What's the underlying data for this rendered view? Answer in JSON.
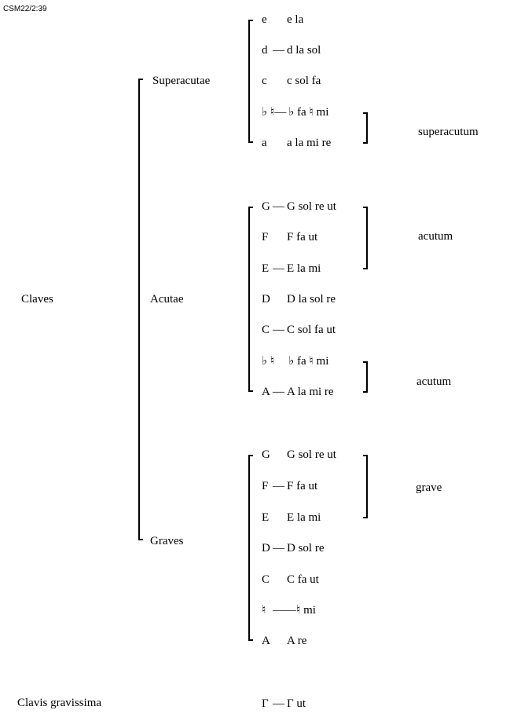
{
  "header": "CSM22/2:39",
  "root": "Claves",
  "groups": [
    {
      "label": "Superacutae",
      "rows": [
        {
          "key": "e",
          "sep": "",
          "name": "e la"
        },
        {
          "key": "d",
          "sep": "—",
          "name": "d la sol"
        },
        {
          "key": "c",
          "sep": "",
          "name": "c sol fa"
        },
        {
          "key": "♭ ♮",
          "sep": "—",
          "name": "♭ fa ♮ mi"
        },
        {
          "key": "a",
          "sep": "",
          "name": "a la mi re"
        }
      ]
    },
    {
      "label": "Acutae",
      "rows": [
        {
          "key": "G",
          "sep": "—",
          "name": "G sol re ut"
        },
        {
          "key": "F",
          "sep": "",
          "name": "F fa ut"
        },
        {
          "key": "E",
          "sep": "—",
          "name": "E la mi"
        },
        {
          "key": "D",
          "sep": "",
          "name": "D la sol re"
        },
        {
          "key": "C",
          "sep": "—",
          "name": "C sol fa ut"
        },
        {
          "key": "♭ ♮",
          "sep": "",
          "name": "♭ fa ♮ mi"
        },
        {
          "key": "A",
          "sep": "—",
          "name": "A la mi re"
        }
      ]
    },
    {
      "label": "Graves",
      "rows": [
        {
          "key": "G",
          "sep": "",
          "name": "G sol re ut"
        },
        {
          "key": "F",
          "sep": "—",
          "name": "F fa ut"
        },
        {
          "key": "E",
          "sep": "",
          "name": "E la mi"
        },
        {
          "key": "D",
          "sep": "—",
          "name": "D sol re"
        },
        {
          "key": "C",
          "sep": "",
          "name": "C fa ut"
        },
        {
          "key": "♮",
          "sep": "——",
          "name": "♮ mi"
        },
        {
          "key": "A",
          "sep": "",
          "name": "A re"
        }
      ]
    }
  ],
  "gravissima": {
    "label": "Clavis gravissima",
    "key": "Γ",
    "sep": "—",
    "name": "Γ ut"
  },
  "hexachords": [
    "superacutum",
    "acutum",
    "acutum",
    "grave"
  ]
}
